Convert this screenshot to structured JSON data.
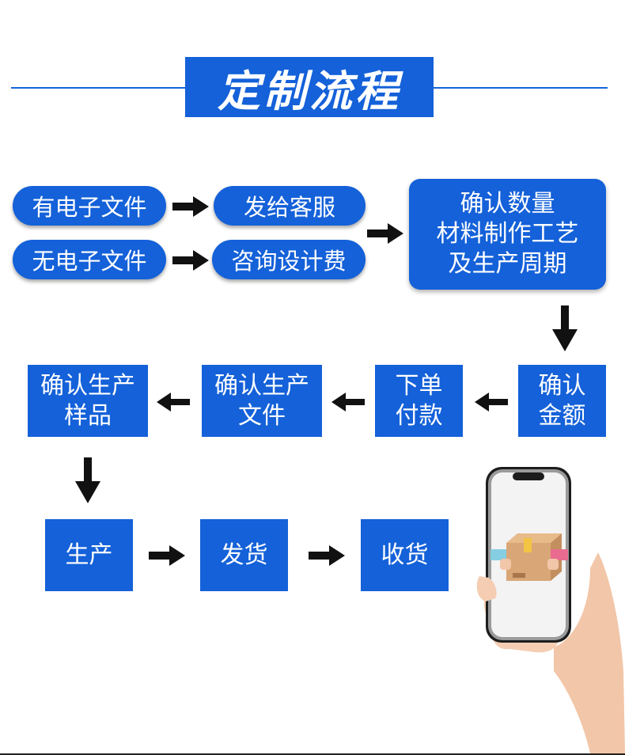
{
  "title": "定制流程",
  "pills": {
    "has_file": "有电子文件",
    "send_to_service": "发给客服",
    "no_file": "无电子文件",
    "design_fee": "咨询设计费"
  },
  "confirm_details": "确认数量\n材料制作工艺\n及生产周期",
  "confirm_amount": "确认\n金额",
  "place_order": "下单\n付款",
  "confirm_file": "确认生产\n文件",
  "confirm_sample": "确认生产\n样品",
  "production": "生产",
  "ship": "发货",
  "receive": "收货",
  "colors": {
    "accent": "#1461d9",
    "arrow": "#111111"
  },
  "icons": [
    "phone-in-hand-illustration",
    "package-icon",
    "arrow-right-icon",
    "arrow-left-icon",
    "arrow-down-icon"
  ]
}
